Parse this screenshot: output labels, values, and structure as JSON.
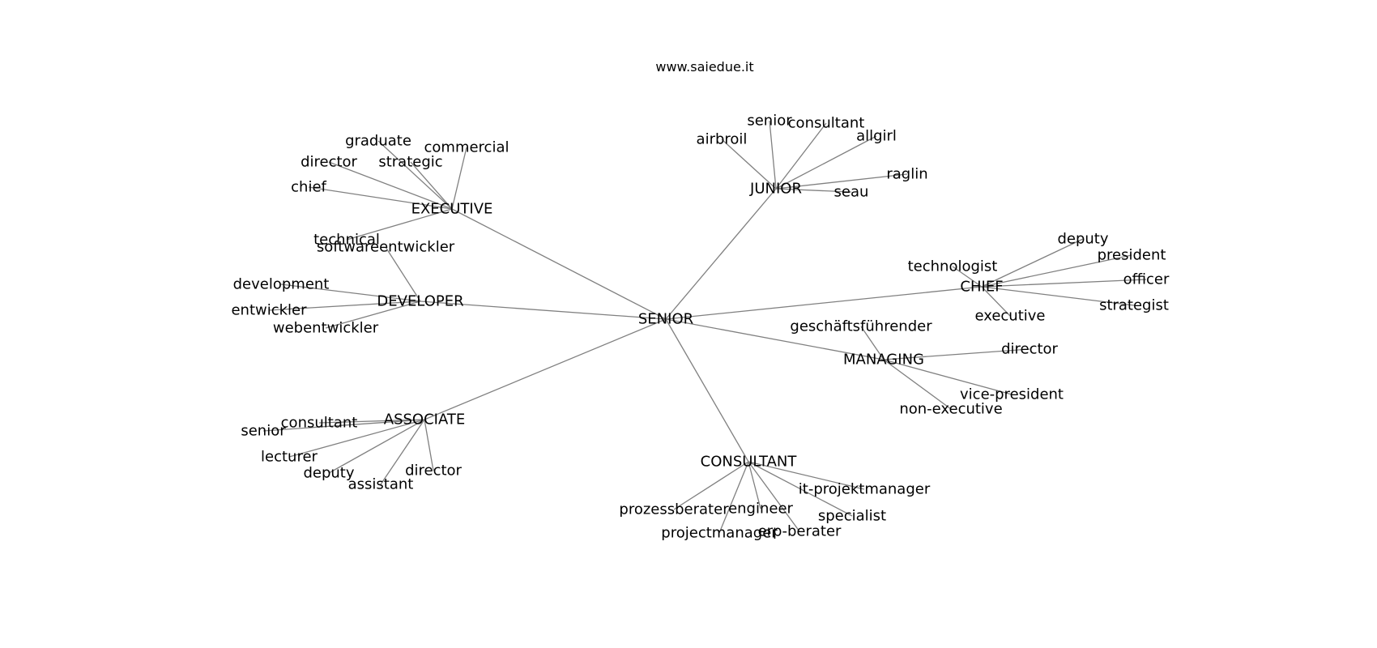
{
  "title": "www.saiedue.it",
  "center": "SENIOR",
  "clusters": [
    {
      "hub": "EXECUTIVE",
      "leaves": [
        "graduate",
        "commercial",
        "director",
        "strategic",
        "chief",
        "technical"
      ]
    },
    {
      "hub": "DEVELOPER",
      "leaves": [
        "softwareentwickler",
        "development",
        "entwickler",
        "webentwickler"
      ]
    },
    {
      "hub": "JUNIOR",
      "leaves": [
        "senior",
        "consultant",
        "airbroil",
        "allgirl",
        "raglin",
        "seau"
      ]
    },
    {
      "hub": "CHIEF",
      "leaves": [
        "deputy",
        "president",
        "technologist",
        "officer",
        "strategist",
        "executive"
      ]
    },
    {
      "hub": "MANAGING",
      "leaves": [
        "geschäftsführender",
        "director",
        "vice-president",
        "non-executive"
      ]
    },
    {
      "hub": "ASSOCIATE",
      "leaves": [
        "consultant",
        "senior",
        "lecturer",
        "deputy",
        "assistant",
        "director"
      ]
    },
    {
      "hub": "CONSULTANT",
      "leaves": [
        "it-projektmanager",
        "prozessberater",
        "engineer",
        "specialist",
        "projectmanager",
        "erp-berater"
      ]
    }
  ]
}
